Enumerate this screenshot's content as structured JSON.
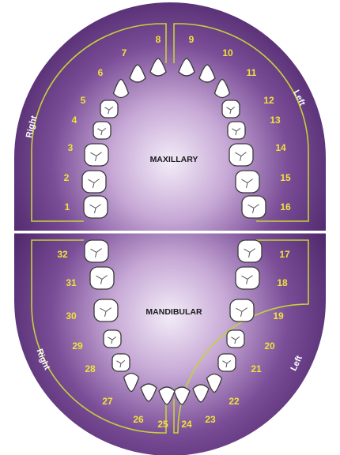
{
  "colors": {
    "purple_dark": "#4a2467",
    "purple_mid": "#7a4d97",
    "center_glow": "#f3ecf8",
    "guide_line": "#c5d13a",
    "tooth_number": "#f0e23a",
    "side_label": "#ffffff",
    "tooth_fill": "#ffffff",
    "tooth_stroke": "#3a3a3a"
  },
  "arches": {
    "maxillary": {
      "label": "MAXILLARY",
      "right_side_label": "Right",
      "left_side_label": "Left",
      "teeth": [
        "1",
        "2",
        "3",
        "4",
        "5",
        "6",
        "7",
        "8",
        "9",
        "10",
        "11",
        "12",
        "13",
        "14",
        "15",
        "16"
      ]
    },
    "mandibular": {
      "label": "MANDIBULAR",
      "right_side_label": "Right",
      "left_side_label": "Left",
      "teeth": [
        "17",
        "18",
        "19",
        "20",
        "21",
        "22",
        "23",
        "24",
        "25",
        "26",
        "27",
        "28",
        "29",
        "30",
        "31",
        "32"
      ]
    }
  }
}
